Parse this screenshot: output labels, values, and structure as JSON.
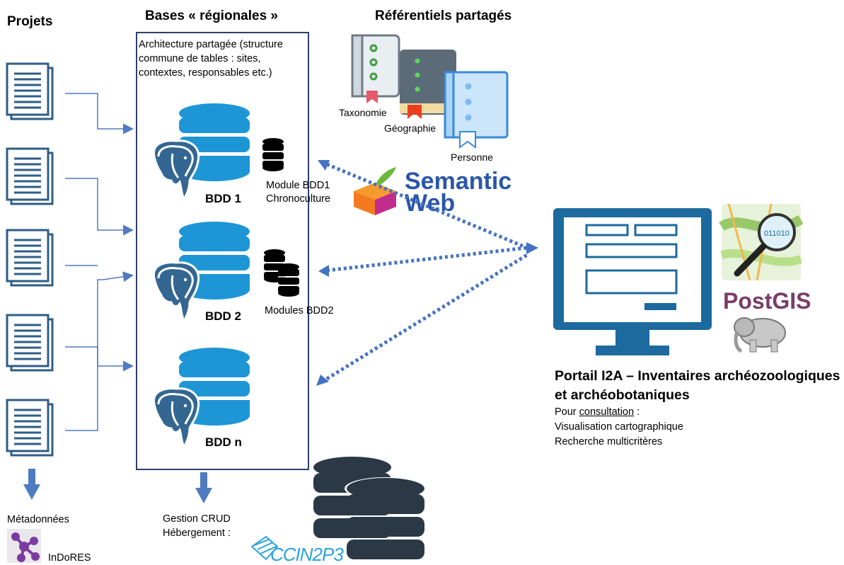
{
  "colors": {
    "connector": "#4f7bc0",
    "database": "#1e96d6",
    "monitor": "#1c6a9e",
    "dotted_arrow": "#4472c4",
    "box_border": "#2f3f6b",
    "semantic_text": "#2a56a8",
    "postgis": "#7a3d68",
    "ccin2p3": "#2aa3dd"
  },
  "headers": {
    "projets": "Projets",
    "bases": "Bases « régionales »",
    "referentiels": "Référentiels partagés"
  },
  "bases_box": {
    "description": "Architecture partagée (structure commune de tables : sites, contextes, responsables etc.)",
    "databases": [
      {
        "label": "BDD 1",
        "module": "Module BDD1\nChronoculture"
      },
      {
        "label": "BDD 2",
        "module": "Modules BDD2"
      },
      {
        "label": "BDD n",
        "module": ""
      }
    ]
  },
  "referentiels": {
    "books": [
      "Taxonomie",
      "Géographie",
      "Personne"
    ]
  },
  "semantic_web": {
    "line1": "Semantic",
    "line2": "Web"
  },
  "portal": {
    "title": "Portail I2A – Inventaires archéozoologiques et archéobotaniques",
    "purpose_prefix": "Pour ",
    "purpose_underlined": "consultation",
    "purpose_suffix": " :",
    "features": [
      "Visualisation cartographique",
      "Recherche multicritères"
    ]
  },
  "postgis": {
    "label": "PostGIS",
    "map_text": "011010"
  },
  "projets_footer": {
    "label": "Métadonnées",
    "logo_label": "InDoRES"
  },
  "bases_footer": {
    "line1": "Gestion CRUD",
    "line2": "Hébergement :",
    "logo_label": "CCIN2P3"
  },
  "document_icons_count": 5
}
